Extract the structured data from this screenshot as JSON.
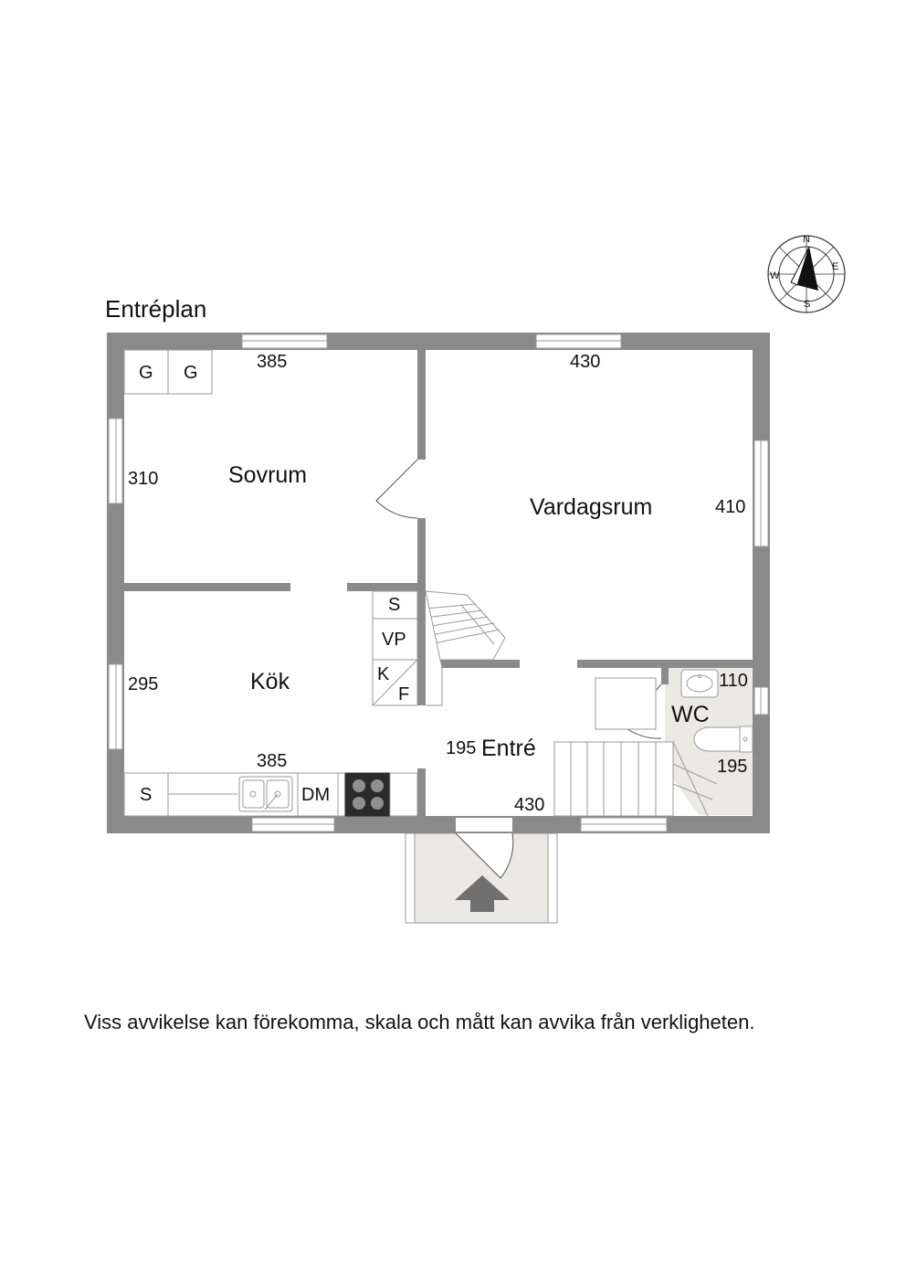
{
  "plan_title": "Entréplan",
  "disclaimer": "Viss avvikelse kan förekomma, skala och mått kan avvika från verkligheten.",
  "compass": {
    "n": "N",
    "e": "E",
    "s": "S",
    "w": "W"
  },
  "rooms": {
    "sovrum": "Sovrum",
    "vardagsrum": "Vardagsrum",
    "kok": "Kök",
    "entre": "Entré",
    "wc": "WC"
  },
  "dimensions": {
    "sovrum_width": "385",
    "sovrum_depth": "310",
    "vardagsrum_width": "430",
    "vardagsrum_depth": "410",
    "kok_depth": "295",
    "kok_width": "385",
    "entre_depth": "195",
    "entre_width": "430",
    "wc_width": "110",
    "wc_depth": "195"
  },
  "fixtures": {
    "wardrobe_1": "G",
    "wardrobe_2": "G",
    "cabinet_s": "S",
    "vp": "VP",
    "k": "K",
    "f": "F",
    "kitchen_s": "S",
    "dm": "DM"
  },
  "colors": {
    "wall": "#8a8a8b",
    "porch": "#ebe9e4",
    "wc_floor": "#ebe9e4",
    "stove": "#2b2b2b",
    "arrow": "#6f6f70"
  }
}
